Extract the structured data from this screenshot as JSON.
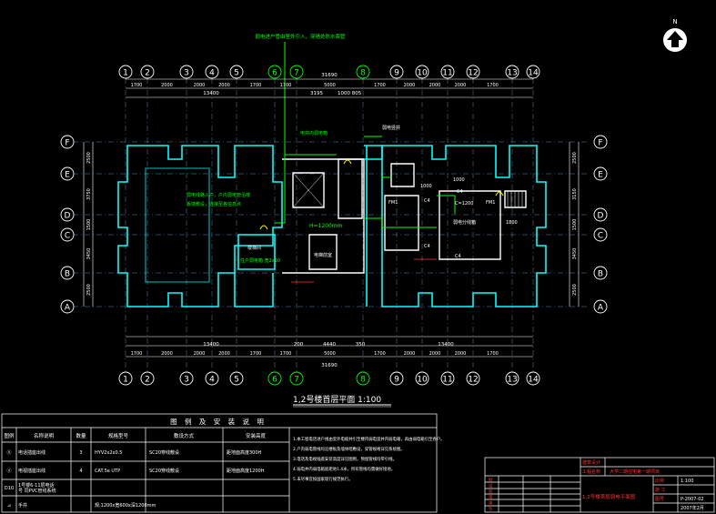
{
  "north_label": "N",
  "axis_top_labels": [
    "1",
    "2",
    "3",
    "4",
    "5",
    "6",
    "7",
    "8",
    "9",
    "10",
    "11",
    "12",
    "13",
    "14"
  ],
  "axis_side_labels": [
    "F",
    "E",
    "D",
    "C",
    "B",
    "A"
  ],
  "dims_top": {
    "overall": "31690",
    "row1": [
      "1700",
      "2000",
      "2000",
      "2000",
      "1700",
      "1700",
      "5000",
      "1700",
      "2000",
      "2000",
      "2000",
      "1700"
    ],
    "row2a": "13400",
    "row2b": [
      "3195",
      "1000",
      "805"
    ]
  },
  "dims_bottom": {
    "overall": "31690",
    "row1": [
      "1700",
      "2000",
      "2000",
      "2000",
      "1700",
      "1700",
      "5000",
      "1700",
      "2000",
      "2000",
      "2000",
      "1700"
    ],
    "row2": [
      "13400",
      "200",
      "4440",
      "350",
      "13400"
    ]
  },
  "dims_side": [
    "2500",
    "3750",
    "1500",
    "3450",
    "2500"
  ],
  "dims_side_right": [
    "2500",
    "3150",
    "1500",
    "3450",
    "2500"
  ],
  "plan_labels": {
    "top_note": "弱电进户管由室外引入，穿墙处防水套管",
    "room_mid_note": "电井内弱电箱",
    "left_note_1": "弱电线路入户，户内弱电管沿楼",
    "left_note_2": "板墙敷设，连接至各信息点",
    "left_box": "住户弱电箱·宽2x10",
    "room_a": "楼梯间",
    "room_b": "电梯前室",
    "h_label": "H=1200mm",
    "right_note": "弱电竖井",
    "right_sub": "弱电分线箱",
    "r_a": "1000",
    "r_b": "1000",
    "r_c": "C4",
    "r_d": "FM1",
    "r_e": "C4",
    "r_f": "C=1200",
    "r_g": "1800",
    "r_h": "FM1",
    "r_i": "C4",
    "r_j": "C4"
  },
  "plan_title": "1,2号楼首层平面  1:100",
  "legend": {
    "title": "图 例 及 安 装 说 明",
    "headers": [
      "图例",
      "名称说明",
      "数量",
      "规格型号",
      "敷设方式",
      "安装高度"
    ],
    "rows": [
      {
        "sym": "Ⓥ",
        "name": "电话插座出线",
        "qty": "3",
        "spec": "HYV2x2x0.5",
        "lay": "SC20穿线敷设",
        "h": "距地面高度300H"
      },
      {
        "sym": "ⓓ",
        "name": "电视插座出线",
        "qty": "4",
        "spec": "CAT.5e UTP",
        "lay": "SC20穿线敷设",
        "h": "距地面高度1200H"
      },
      {
        "sym": "D10",
        "name": "1号楼6-11层电话\n号 同PVC管线系统",
        "qty": "",
        "spec": "",
        "lay": "",
        "h": ""
      },
      {
        "sym": "⊿",
        "name": "手井",
        "qty": "",
        "spec": "规:1200x宽600x深1200mm",
        "lay": "",
        "h": ""
      }
    ],
    "notes": [
      "1.本工程电话进户线由室外电缆井引至楼内弱电竖井内弱电箱，再由弱电箱引至各户。",
      "2.户内弱电管线均沿楼板及墙体暗敷设，穿管规格详见系统图。",
      "3.电话及电视插座安装高度详见图例，预留管线均带引线。",
      "4.弱电井内弱电箱底距地1.4米，所有管线均需做好接地。",
      "5.未尽事宜按国家现行规范执行。"
    ]
  },
  "titleblock": {
    "rows_left": [
      "制",
      "设",
      "校",
      "审",
      "审",
      "负"
    ],
    "company": "建筑设计",
    "project_label": "工程名称",
    "project": "大学二期住宅第一期项目",
    "drawing_label": "1,2号楼首层弱电平面图",
    "scale_lbl": "比例",
    "scale": "1:100",
    "no_lbl": "图号",
    "no": "P-2007-02",
    "date": "2007年2月",
    "stage": "施 工"
  }
}
